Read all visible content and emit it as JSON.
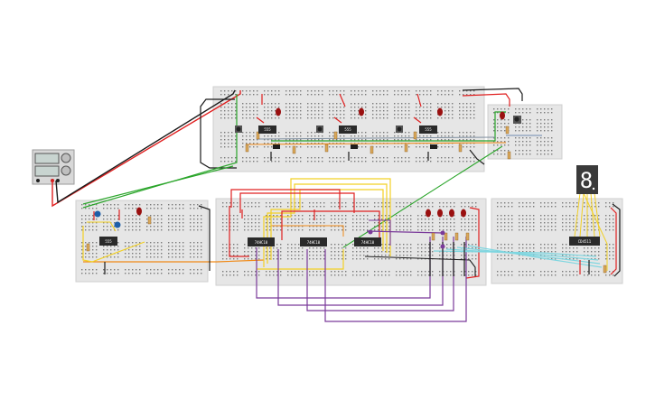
{
  "power_supply": {
    "name": "power-supply"
  },
  "breadboards": [
    {
      "name": "top-main"
    },
    {
      "name": "top-right"
    },
    {
      "name": "left"
    },
    {
      "name": "middle"
    },
    {
      "name": "right"
    }
  ],
  "chips": [
    {
      "name": "top-chip-1",
      "label": "555"
    },
    {
      "name": "top-chip-2",
      "label": "555"
    },
    {
      "name": "top-chip-3",
      "label": "555"
    },
    {
      "name": "timer-555",
      "label": "555"
    },
    {
      "name": "counter-ic-1",
      "label": "74HC10"
    },
    {
      "name": "counter-ic-2",
      "label": "74HC10"
    },
    {
      "name": "counter-ic-3",
      "label": "74HC10"
    },
    {
      "name": "decoder-ic",
      "label": "CD4511"
    }
  ],
  "seven_segment": {
    "digit": "8"
  },
  "colors": {
    "red": "#e02020",
    "black": "#1a1a1a",
    "green": "#2aa52a",
    "yellow": "#f2d024",
    "orange": "#f08a18",
    "purple": "#7a3a9a",
    "cyan": "#7fd6e0",
    "breadboard": "#e8e8e8",
    "led": "#9a1010"
  }
}
